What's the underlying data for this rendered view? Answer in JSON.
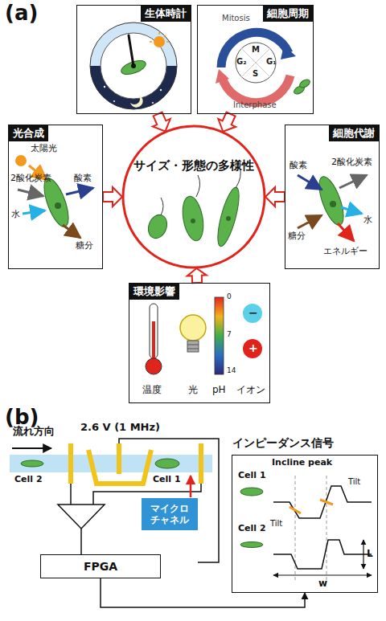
{
  "diagram": {
    "nodes": [
      {
        "text": [
          "生体時計"
        ]
      },
      {
        "text": [
          "細胞周期"
        ]
      },
      {
        "text": [
          "光合成"
        ]
      },
      {
        "text": [
          "サイズ・形態の多様性"
        ]
      },
      {
        "text": [
          "細胞代謝"
        ]
      },
      {
        "text": [
          "環境影響"
        ]
      },
      {
        "text": [
          "マイクロ チャネル"
        ]
      },
      {
        "text": [
          "FPGA"
        ]
      },
      {
        "text": [
          "インピーダンス信号"
        ]
      }
    ],
    "edges": [
      {
        "from": 0,
        "to": 3,
        "arrow": "to"
      },
      {
        "from": 1,
        "to": 3,
        "arrow": "to"
      },
      {
        "from": 2,
        "to": 3,
        "arrow": "to"
      },
      {
        "from": 4,
        "to": 3,
        "arrow": "to"
      },
      {
        "from": 5,
        "to": 3,
        "arrow": "to"
      },
      {
        "from": 7,
        "to": 8,
        "arrow": "to"
      }
    ],
    "labels": [
      "(a)",
      "Mitosis",
      "M",
      "G₂",
      "S",
      "G₁",
      "Interphase",
      "太陽光",
      "2酸化炭素",
      "酸素",
      "水",
      "糖分",
      "酸素",
      "2酸化炭素",
      "水",
      "糖分",
      "エネルギー",
      "温度",
      "光",
      "pH",
      "0",
      "7",
      "14",
      "−",
      "+",
      "イオン",
      "(b)",
      "流れ方向",
      "2.6 V (1 MHz)",
      "Cell 2",
      "Cell 1",
      "Cell 1",
      "Cell 2",
      "Incline peak",
      "Tilt",
      "Tilt",
      "L",
      "w"
    ]
  }
}
